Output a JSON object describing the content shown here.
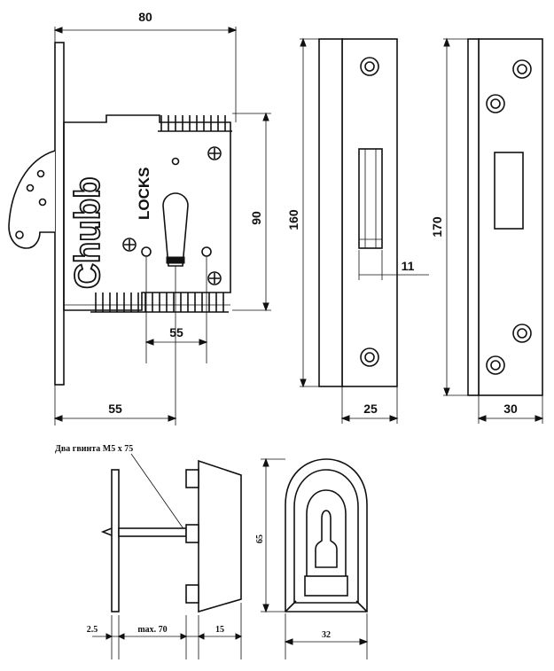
{
  "brand": {
    "name": "Chubb",
    "sub": "LOCKS"
  },
  "dimensions": {
    "top_width": "80",
    "body_height": "90",
    "backset": "55",
    "center_distance": "55",
    "faceplate_height": "160",
    "bolt_projection": "11",
    "faceplate_width": "25",
    "strike_height": "170",
    "strike_width": "30",
    "escutcheon_height": "65",
    "escutcheon_width": "32",
    "plate_thickness": "2.5",
    "screw_length": "max. 70",
    "escutcheon_depth": "15"
  },
  "notes": {
    "screws": "Два гвинта M5 x 75"
  }
}
